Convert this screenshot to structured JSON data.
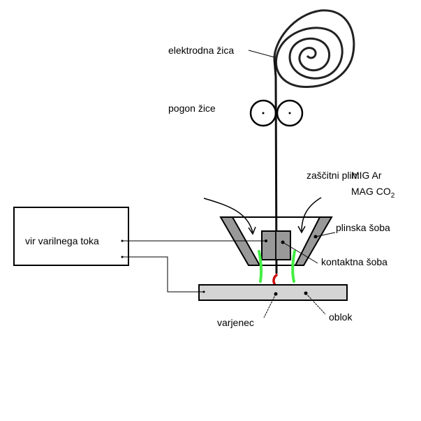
{
  "labels": {
    "electrode_wire": "elektrodna žica",
    "wire_drive": "pogon žice",
    "shielding_gas": "zaščitni plin:",
    "mig": "MIG Ar",
    "mag": "MAG CO",
    "mag_sub": "2",
    "gas_nozzle": "plinska šoba",
    "contact_tip": "kontaktna šoba",
    "power_source": "vir varilnega toka",
    "workpiece": "varjenec",
    "arc": "oblok"
  },
  "colors": {
    "gray": "#999999",
    "light_gray": "#d4d4d4",
    "gas": "#44ee44",
    "arc": "#cc1111"
  }
}
